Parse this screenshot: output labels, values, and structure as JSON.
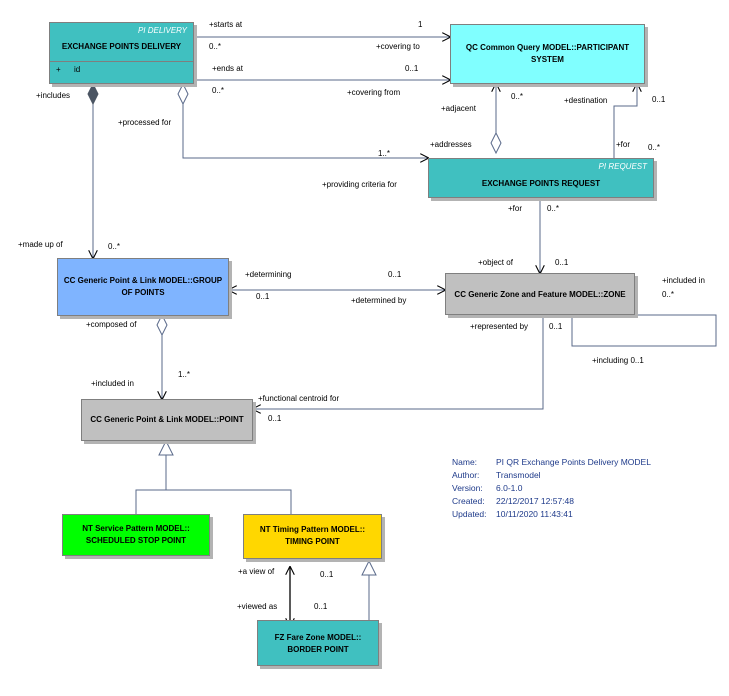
{
  "classes": {
    "exchange_points_delivery": {
      "stereotype": "PI DELIVERY",
      "name": "EXCHANGE POINTS DELIVERY",
      "attr_vis": "+",
      "attr": "id",
      "color": "#40c0c0"
    },
    "participant_system": {
      "name": "QC Common Query MODEL::PARTICIPANT SYSTEM",
      "color": "#80ffff"
    },
    "exchange_points_request": {
      "stereotype": "PI REQUEST",
      "name": "EXCHANGE POINTS REQUEST",
      "color": "#40c0c0"
    },
    "group_of_points": {
      "name": "CC Generic Point & Link MODEL::GROUP OF POINTS",
      "color": "#7fb4ff"
    },
    "zone": {
      "name": "CC Generic Zone and Feature MODEL::ZONE",
      "color": "#c0c0c0"
    },
    "point": {
      "name": "CC Generic Point & Link MODEL::POINT",
      "color": "#c0c0c0"
    },
    "scheduled_stop_point": {
      "name": "NT Service Pattern MODEL:: SCHEDULED STOP POINT",
      "color": "#00ff00"
    },
    "timing_point": {
      "name": "NT Timing Pattern MODEL:: TIMING POINT",
      "color": "#ffd700"
    },
    "border_point": {
      "name": "FZ Fare Zone MODEL:: BORDER POINT",
      "color": "#40c0c0"
    }
  },
  "labels": {
    "starts_at": "+starts at",
    "mult_1": "1",
    "mult_0n_a": "0..*",
    "covering_to": "+covering to",
    "ends_at": "+ends at",
    "mult_01_a": "0..1",
    "mult_0n_b": "0..*",
    "covering_from": "+covering from",
    "includes": "+includes",
    "processed_for": "+processed for",
    "adjacent": "+adjacent",
    "mult_0n_c": "0..*",
    "destination": "+destination",
    "mult_01_b": "0..1",
    "addresses": "+addresses",
    "mult_1n_a": "1..*",
    "for_a": "+for",
    "mult_0n_d": "0..*",
    "providing_criteria_for": "+providing criteria for",
    "for_b": "+for",
    "mult_0n_e": "0..*",
    "made_up_of": "+made up of",
    "mult_0n_f": "0..*",
    "object_of": "+object of",
    "mult_01_c": "0..1",
    "included_in_a": "+included in",
    "mult_0n_g": "0..*",
    "determining": "+determining",
    "mult_01_d": "0..1",
    "mult_01_e": "0..1",
    "determined_by": "+determined by",
    "composed_of": "+composed of",
    "represented_by": "+represented by",
    "mult_01_f": "0..1",
    "including": "+including 0..1",
    "included_in_b": "+included in",
    "mult_1n_b": "1..*",
    "functional_centroid_for": "+functional centroid for",
    "mult_01_g": "0..1",
    "a_view_of": "+a view of",
    "mult_01_h": "0..1",
    "viewed_as": "+viewed as",
    "mult_01_i": "0..1"
  },
  "meta": {
    "name_key": "Name:",
    "name_val": "PI QR Exchange Points Delivery MODEL",
    "author_key": "Author:",
    "author_val": "Transmodel",
    "version_key": "Version:",
    "version_val": "6.0-1.0",
    "created_key": "Created:",
    "created_val": "22/12/2017 12:57:48",
    "updated_key": "Updated:",
    "updated_val": "10/11/2020 11:43:41"
  }
}
